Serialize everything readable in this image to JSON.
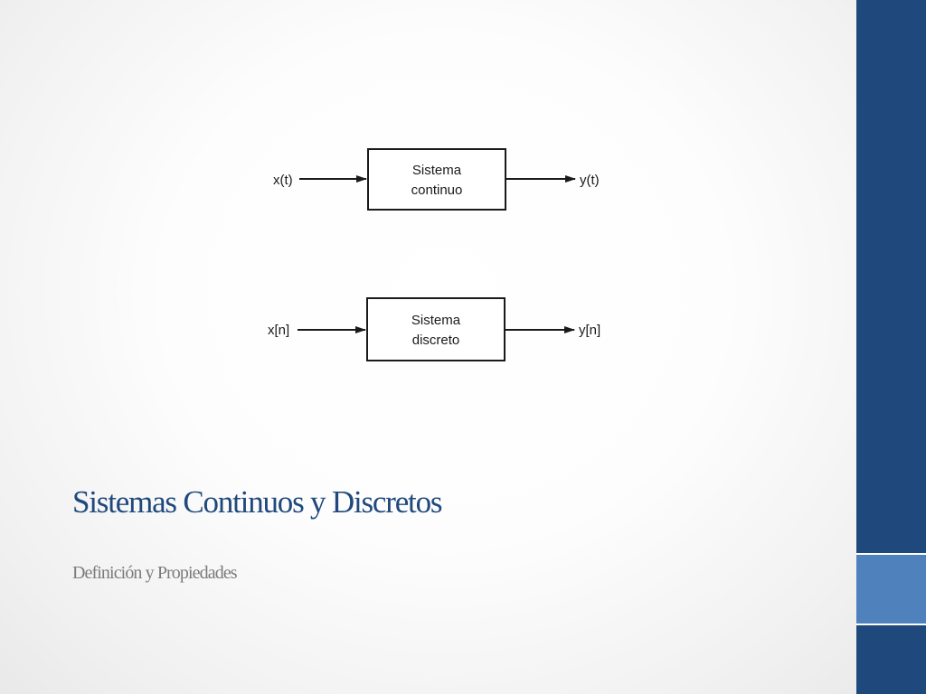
{
  "slide": {
    "title": "Sistemas Continuos y Discretos",
    "subtitle": "Definición y Propiedades"
  },
  "diagram": {
    "continuous": {
      "input": "x(t)",
      "block_line1": "Sistema",
      "block_line2": "continuo",
      "output": "y(t)"
    },
    "discrete": {
      "input": "x[n]",
      "block_line1": "Sistema",
      "block_line2": "discreto",
      "output": "y[n]"
    }
  },
  "colors": {
    "title": "#1f497d",
    "subtitle": "#7b7b7b",
    "sidebar": "#1f497d",
    "sidebar_accent": "#4f81bd",
    "diagram_ink": "#1a1a1a"
  }
}
